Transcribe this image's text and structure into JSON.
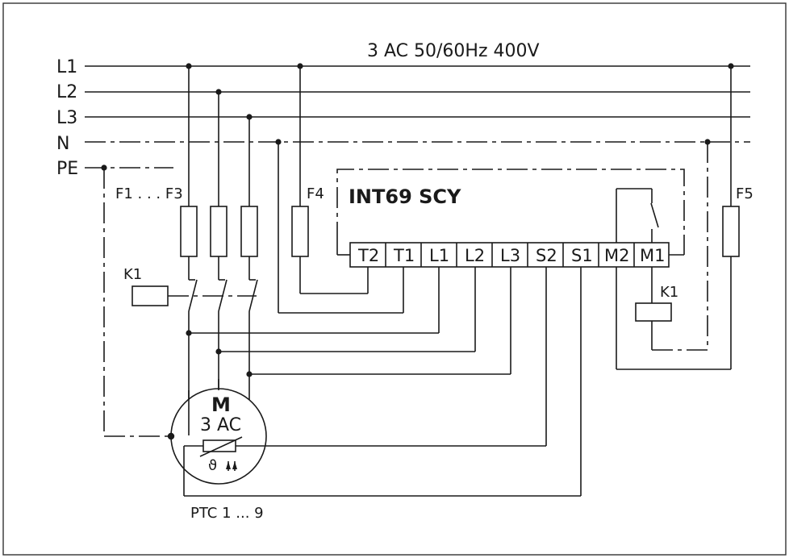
{
  "supply": {
    "label": "3 AC 50/60Hz 400V"
  },
  "lines": {
    "l1": "L1",
    "l2": "L2",
    "l3": "L3",
    "n": "N",
    "pe": "PE"
  },
  "fuses": {
    "f1_f3": "F1 . . . F3",
    "f4": "F4",
    "f5": "F5"
  },
  "relay": {
    "title": "INT69 SCY",
    "terminals": [
      "T2",
      "T1",
      "L1",
      "L2",
      "L3",
      "S2",
      "S1",
      "M2",
      "M1"
    ]
  },
  "contactor": {
    "coil_label": "K1",
    "coil_label_2": "K1"
  },
  "motor": {
    "letter": "M",
    "type": "3 AC",
    "sensor_symbol": "ϑ"
  },
  "ptc": {
    "label": "PTC 1 ... 9"
  }
}
